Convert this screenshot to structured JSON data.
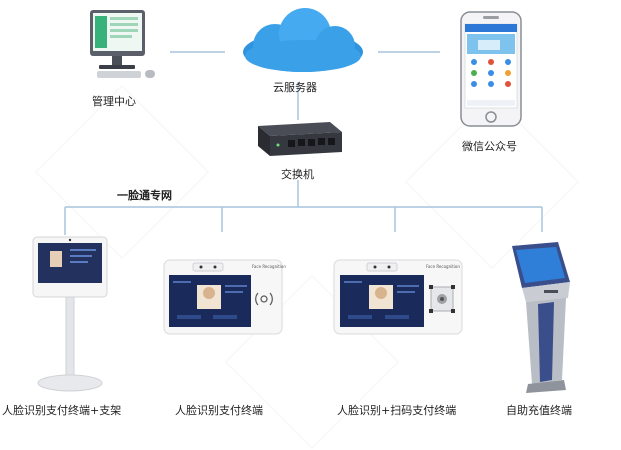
{
  "nodes": {
    "management": "管理中心",
    "cloud": "云服务器",
    "wechat": "微信公众号",
    "switch": "交换机",
    "network": "一脸通专网"
  },
  "terminals": [
    {
      "label": "人脸识别支付终端+支架"
    },
    {
      "label": "人脸识别支付终端",
      "screen_tag": "Face Recognition"
    },
    {
      "label": "人脸识别+扫码支付终端",
      "screen_tag": "Face Recognition"
    },
    {
      "label": "自助充值终端"
    }
  ],
  "colors": {
    "line": "#a8c4de",
    "cloud": "#3aa0e8",
    "kiosk_body": "#3a4e8c",
    "screen": "#1a2a5a"
  },
  "icons": [
    "monitor-icon",
    "cloud-icon",
    "phone-icon",
    "network-switch-icon",
    "nfc-icon",
    "scanner-icon"
  ]
}
